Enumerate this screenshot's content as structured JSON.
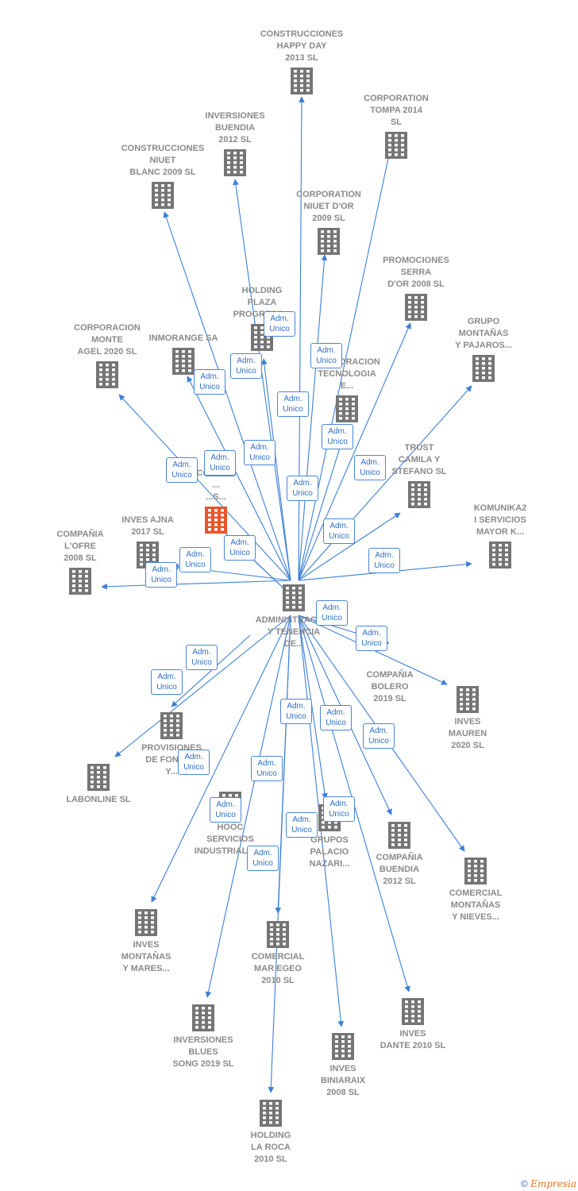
{
  "center": {
    "label_lines": [
      "ADMINISTRACION",
      "Y TENENCIA",
      "DE..."
    ]
  },
  "highlighted": {
    "label_lines": [
      "CONDOR",
      "...",
      "...S..."
    ],
    "color": "#e8562a"
  },
  "nodes": [
    {
      "id": "happy-day",
      "label_lines": [
        "CONSTRUCCIONES",
        "HAPPY DAY",
        "2013  SL"
      ]
    },
    {
      "id": "tompa",
      "label_lines": [
        "CORPORATION",
        "TOMPA 2014",
        "SL"
      ]
    },
    {
      "id": "buendia-inv",
      "label_lines": [
        "INVERSIONES",
        "BUENDIA",
        "2012 SL"
      ]
    },
    {
      "id": "niuet-blanc",
      "label_lines": [
        "CONSTRUCCIONES",
        "NIUET",
        "BLANC 2009 SL"
      ]
    },
    {
      "id": "niuet-dor",
      "label_lines": [
        "CORPORATION",
        "NIUET D'OR",
        "2009 SL"
      ]
    },
    {
      "id": "serra-dor",
      "label_lines": [
        "PROMOCIONES",
        "SERRA",
        "D'OR 2008 SL"
      ]
    },
    {
      "id": "plaza-progreso",
      "label_lines": [
        "HOLDING",
        "PLAZA",
        "PROGRESO..."
      ]
    },
    {
      "id": "montanas-pajaros",
      "label_lines": [
        "GRUPO",
        "MONTAÑAS",
        "Y PAJAROS..."
      ]
    },
    {
      "id": "monte-agel",
      "label_lines": [
        "CORPORACION",
        "MONTE",
        "AGEL 2020  SL"
      ]
    },
    {
      "id": "inmorange",
      "label_lines": [
        "INMORANGE SA"
      ]
    },
    {
      "id": "tecnologia",
      "label_lines": [
        "CORPORACION",
        "TECNOLOGIA",
        "E..."
      ]
    },
    {
      "id": "camila",
      "label_lines": [
        "TRUST",
        "CAMILA Y",
        "STEFANO  SL"
      ]
    },
    {
      "id": "komunika",
      "label_lines": [
        "KOMUNIKA2",
        "I SERVICIOS",
        "MAYOR K..."
      ]
    },
    {
      "id": "ajna",
      "label_lines": [
        "INVES AJNA",
        "2017  SL"
      ]
    },
    {
      "id": "ofre",
      "label_lines": [
        "COMPAÑIA",
        "L'OFRE",
        "2008 SL"
      ]
    },
    {
      "id": "bolero",
      "label_lines": [
        "COMPAÑIA",
        "BOLERO",
        "2019  SL"
      ]
    },
    {
      "id": "mauren",
      "label_lines": [
        "INVES",
        "MAUREN",
        "2020  SL"
      ]
    },
    {
      "id": "provisiones",
      "label_lines": [
        "PROVISIONES",
        "DE FONDOS",
        "Y..."
      ]
    },
    {
      "id": "labonline",
      "label_lines": [
        "LABONLINE SL"
      ]
    },
    {
      "id": "hooc",
      "label_lines": [
        "HOOC",
        "SERVICIOS",
        "INDUSTRIALES..."
      ]
    },
    {
      "id": "palacio",
      "label_lines": [
        "GRUPOS",
        "PALACIO",
        "NAZARI..."
      ]
    },
    {
      "id": "buendia-comp",
      "label_lines": [
        "COMPAÑIA",
        "BUENDIA",
        "2012 SL"
      ]
    },
    {
      "id": "montanas-nieves",
      "label_lines": [
        "COMERCIAL",
        "MONTAÑAS",
        "Y NIEVES..."
      ]
    },
    {
      "id": "montanas-mares",
      "label_lines": [
        "INVES",
        "MONTAÑAS",
        "Y MARES..."
      ]
    },
    {
      "id": "mar-egeo",
      "label_lines": [
        "COMERCIAL",
        "MAR EGEO",
        "2010 SL"
      ]
    },
    {
      "id": "dante",
      "label_lines": [
        "INVES",
        "DANTE 2010 SL"
      ]
    },
    {
      "id": "blues",
      "label_lines": [
        "INVERSIONES",
        "BLUES",
        "SONG 2019  SL"
      ]
    },
    {
      "id": "biniaraix",
      "label_lines": [
        "INVES",
        "BINIARAIX",
        "2008 SL"
      ]
    },
    {
      "id": "la-roca",
      "label_lines": [
        "HOLDING",
        "LA ROCA",
        "2010 SL"
      ]
    }
  ],
  "edge_label_lines": [
    "Adm.",
    "Unico"
  ],
  "colors": {
    "edge": "#3c7fd8",
    "node_icon": "#757575",
    "label": "#8a8a8a"
  },
  "footer": {
    "copyright": "©",
    "brand": "Empresia"
  }
}
